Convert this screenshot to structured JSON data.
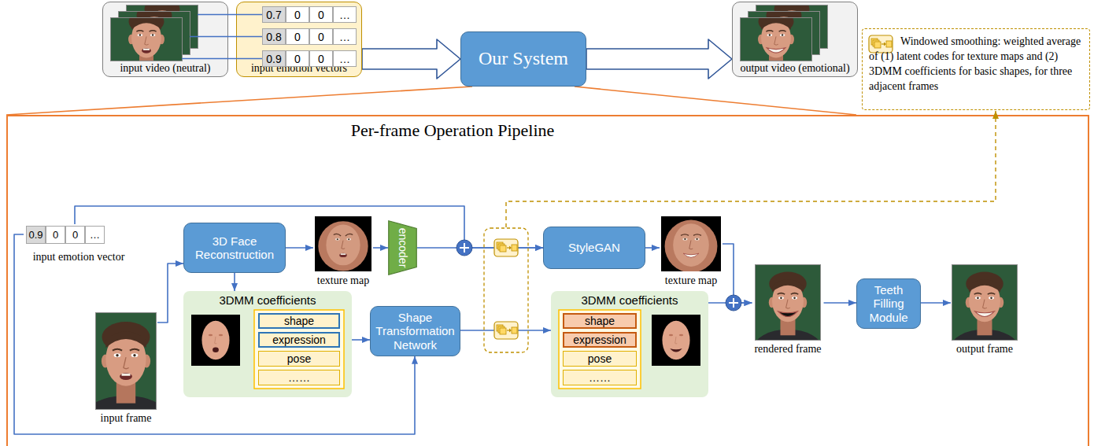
{
  "diagram": {
    "nodes": [
      {
        "text": [
          "input video (neutral)"
        ]
      },
      {
        "text": [
          "input emotion vectors"
        ]
      },
      {
        "text": [
          "Our System"
        ]
      },
      {
        "text": [
          "output video (emotional)"
        ]
      },
      {
        "text": [
          "Windowed smoothing: weighted average of (1) latent codes for texture maps and (2) 3DMM coefficients for basic shapes, for three adjacent frames"
        ]
      },
      {
        "text": [
          "Per-frame Operation Pipeline"
        ]
      },
      {
        "text": [
          "input emotion vector"
        ],
        "in": 5
      },
      {
        "text": [
          "3D Face Reconstruction"
        ],
        "in": 5
      },
      {
        "text": [
          "texture map"
        ],
        "in": 5
      },
      {
        "text": [
          "encoder"
        ],
        "in": 5
      },
      {
        "text": [
          "StyleGAN"
        ],
        "in": 5
      },
      {
        "text": [
          "texture map"
        ],
        "in": 5
      },
      {
        "text": [
          "rendered frame"
        ],
        "in": 5
      },
      {
        "text": [
          "Teeth Filling Module"
        ],
        "in": 5
      },
      {
        "text": [
          "output frame"
        ],
        "in": 5
      },
      {
        "text": [
          "input frame"
        ],
        "in": 5
      },
      {
        "text": [
          "3DMM coefficients"
        ],
        "in": 5
      },
      {
        "text": [
          "Shape Transformation Network"
        ],
        "in": 5
      },
      {
        "text": [
          "3DMM coefficients"
        ],
        "in": 5
      }
    ],
    "edges": [
      {
        "from": 1,
        "to": 2,
        "arrow": "to"
      },
      {
        "from": 2,
        "to": 3,
        "arrow": "to"
      },
      {
        "from": 2,
        "to": 5,
        "arrow": "none"
      },
      {
        "from": 2,
        "to": 5,
        "arrow": "none"
      },
      {
        "from": 6,
        "to": 10,
        "arrow": "to"
      },
      {
        "from": 6,
        "to": 17,
        "arrow": "to"
      },
      {
        "from": 15,
        "to": 7,
        "arrow": "to"
      },
      {
        "from": 7,
        "to": 8,
        "arrow": "to"
      },
      {
        "from": 8,
        "to": 9,
        "arrow": "to"
      },
      {
        "from": 9,
        "to": 10,
        "arrow": "to"
      },
      {
        "from": 10,
        "to": 11,
        "arrow": "to"
      },
      {
        "from": 7,
        "to": 16,
        "arrow": "to"
      },
      {
        "from": 16,
        "to": 17,
        "arrow": "to"
      },
      {
        "from": 17,
        "to": 18,
        "arrow": "to"
      },
      {
        "from": 11,
        "to": 12,
        "arrow": "to"
      },
      {
        "from": 18,
        "to": 12,
        "arrow": "to"
      },
      {
        "from": 12,
        "to": 13,
        "arrow": "to"
      },
      {
        "from": 13,
        "to": 14,
        "arrow": "to"
      }
    ],
    "labels": [
      "0.7",
      "0",
      "0",
      "…",
      "0.8",
      "0",
      "0",
      "…",
      "0.9",
      "0",
      "0",
      "…",
      "0.9",
      "0",
      "0",
      "…",
      "shape",
      "expression",
      "pose",
      "……",
      "shape",
      "expression",
      "pose",
      "……"
    ]
  }
}
